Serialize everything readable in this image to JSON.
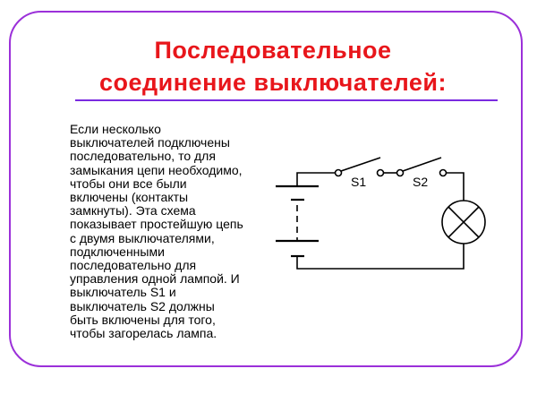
{
  "title": {
    "line1": "Последовательное",
    "line2": "соединение выключателей:"
  },
  "body_lines": [
    "Если несколько",
    "выключателей подключены",
    "последовательно, то для",
    "замыкания цепи необходимо,",
    "чтобы они все были",
    "включены (контакты",
    "замкнуты). Эта схема",
    "показывает простейшую цепь",
    "с двумя выключателями,",
    "подключенными",
    "последовательно для",
    "управления одной лампой. И",
    "выключатель S1 и",
    "выключатель S2 должны",
    "быть включены для того,",
    "чтобы загорелась лампа."
  ],
  "diagram": {
    "switch1_label": "S1",
    "switch2_label": "S2"
  },
  "colors": {
    "title": "#e8161b",
    "frame": "#9b30d9",
    "rule": "#7a2be0"
  }
}
